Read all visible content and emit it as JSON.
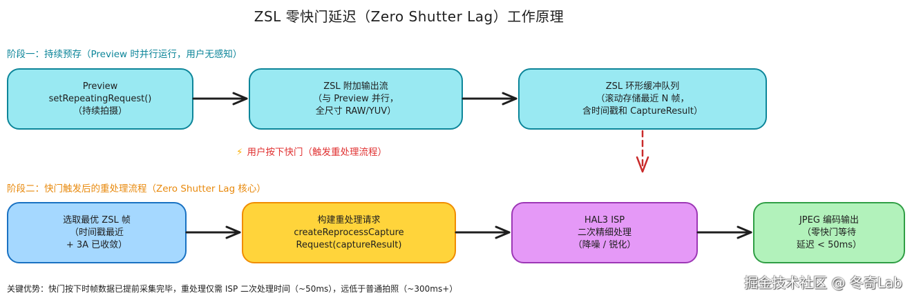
{
  "title": "ZSL 零快门延迟（Zero Shutter Lag）工作原理",
  "stage1": {
    "label": "阶段一：持续预存（Preview 时并行运行，用户无感知）",
    "color": "#0c8599",
    "boxes": [
      {
        "lines": [
          "Preview",
          "setRepeatingRequest()",
          "（持续拍摄）"
        ]
      },
      {
        "lines": [
          "ZSL 附加输出流",
          "（与 Preview 并行，",
          "全尺寸 RAW/YUV）"
        ]
      },
      {
        "lines": [
          "ZSL 环形缓冲队列",
          "（滚动存储最近 N 帧，",
          "含时间戳和 CaptureResult）"
        ]
      }
    ]
  },
  "trigger": {
    "icon": "lightning-icon",
    "bolt": "⚡",
    "label": "用户按下快门（触发重处理流程）",
    "color": "#e03131"
  },
  "stage2": {
    "label": "阶段二：快门触发后的重处理流程（Zero Shutter Lag 核心）",
    "color": "#e8890c",
    "boxes": [
      {
        "lines": [
          "选取最优 ZSL 帧",
          "（时间戳最近",
          "+ 3A 已收敛）"
        ]
      },
      {
        "lines": [
          "构建重处理请求",
          "createReprocessCapture",
          "Request(captureResult)"
        ]
      },
      {
        "lines": [
          "HAL3 ISP",
          "二次精细处理",
          "（降噪 / 锐化）"
        ]
      },
      {
        "lines": [
          "JPEG 编码输出",
          "（零快门等待",
          "延迟 < 50ms）"
        ]
      }
    ]
  },
  "footnote": "关键优势：快门按下时帧数据已提前采集完毕，重处理仅需 ISP 二次处理时间（~50ms），远低于普通拍照（~300ms+）",
  "watermark": "掘金技术社区 @ 冬奇Lab"
}
